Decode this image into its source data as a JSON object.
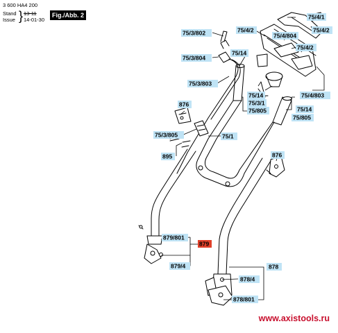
{
  "header": {
    "part_number": "3 600 HA4 200",
    "stand_label": "Stand",
    "stand_value": "13-11",
    "issue_label": "Issue",
    "issue_value": "14-01-30",
    "figure_tag": "Fig./Abb. 2"
  },
  "callouts": {
    "c75_4_1": "75/4/1",
    "c75_4_2a": "75/4/2",
    "c75_4_2b": "75/4/2",
    "c75_4_2c": "75/4/2",
    "c75_4_804": "75/4/804",
    "c75_4_803": "75/4/803",
    "c75_3_802": "75/3/802",
    "c75_3_804": "75/3/804",
    "c75_3_803": "75/3/803",
    "c75_3_805": "75/3/805",
    "c75_3_1": "75/3/1",
    "c75_14a": "75/14",
    "c75_14b": "75/14",
    "c75_14c": "75/14",
    "c75_805a": "75/805",
    "c75_805b": "75/805",
    "c75_1": "75/1",
    "c876a": "876",
    "c876b": "876",
    "c895": "895",
    "c879_801": "879/801",
    "c879": "879",
    "c879_4": "879/4",
    "c878": "878",
    "c878_4": "878/4",
    "c878_801": "878/801"
  },
  "colors": {
    "callout_fill": "#bfe3f5",
    "highlight_fill": "#e0402a",
    "watermark": "#c8102e"
  },
  "watermark": "www.axistools.ru"
}
